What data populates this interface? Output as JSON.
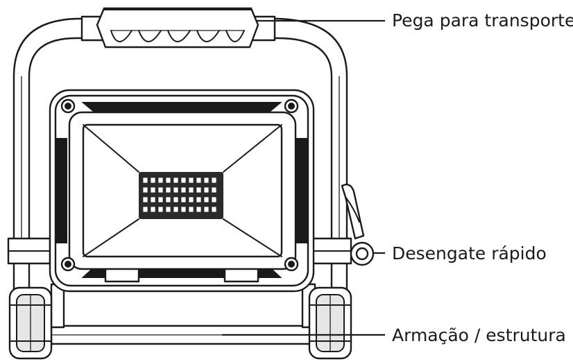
{
  "labels": {
    "handle": "Pega para transporte",
    "release": "Desengate rápido",
    "frame": "Armação / estrutura"
  }
}
